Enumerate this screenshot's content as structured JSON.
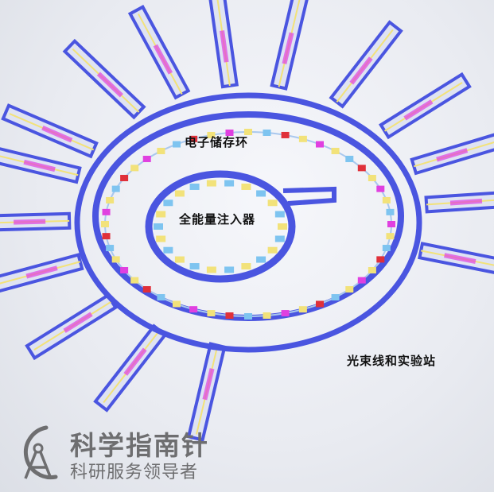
{
  "labels": {
    "storage_ring": "电子储存环",
    "injector": "全能量注入器",
    "beamlines": "光束线和实验站"
  },
  "logo": {
    "name": "科学指南针",
    "slogan": "科研服务领导者"
  },
  "colors": {
    "wall": "#4a55e0",
    "wall_dark": "#2f37b8",
    "magnet_pink": "#e040e0",
    "magnet_blue": "#7ec4f0",
    "magnet_yellow": "#f2e27a",
    "magnet_red": "#e0303a",
    "logo_gray": "#6e6e70"
  }
}
